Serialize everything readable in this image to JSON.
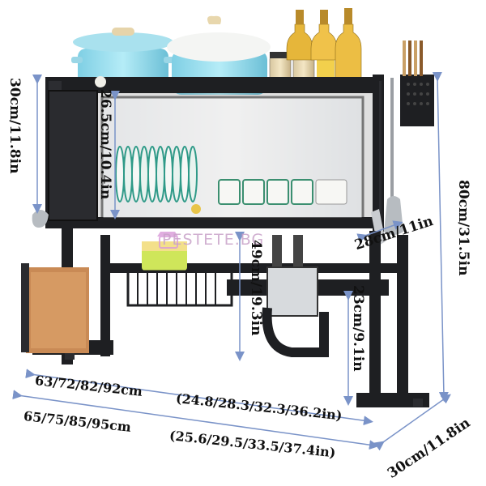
{
  "labels": {
    "height_left": "30cm/11.8in",
    "inner_height": "26.5cm/10.4in",
    "total_height": "80cm/31.5in",
    "inner_depth": "28cm/11in",
    "sink_clearance": "49cm/19.3in",
    "leg_height": "23cm/9.1in",
    "inner_width_cm": "63/72/82/92cm",
    "inner_width_in": "(24.8/28.3/32.3/36.2in)",
    "outer_width_cm": "65/75/85/95cm",
    "outer_width_in": "(25.6/29.5/33.5/37.4in)",
    "depth": "30cm/11.8in"
  },
  "watermark": "PESTETE.BG",
  "colors": {
    "rack": "#1e1f22",
    "dimension": "#7a93c8",
    "pot_blue": "#8fd3e6",
    "pot_lid": "#a9e1ee",
    "plate": "#2f9a88",
    "cutting_board": "#c98a55"
  }
}
